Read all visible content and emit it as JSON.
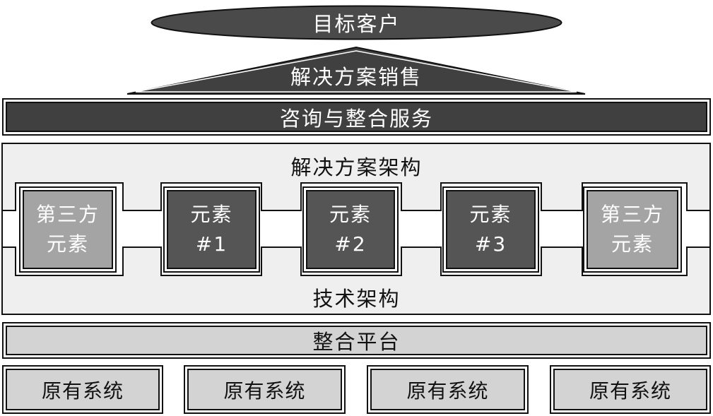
{
  "target_customer": "目标客户",
  "solution_sales": "解决方案销售",
  "consulting_integration": "咨询与整合服务",
  "solution_architecture": "解决方案架构",
  "technical_architecture": "技术架构",
  "elements": [
    {
      "line1": "第三方",
      "line2": "元素",
      "style": "third-party"
    },
    {
      "line1": "元素",
      "line2": "#1",
      "style": "core"
    },
    {
      "line1": "元素",
      "line2": "#2",
      "style": "core"
    },
    {
      "line1": "元素",
      "line2": "#3",
      "style": "core"
    },
    {
      "line1": "第三方",
      "line2": "元素",
      "style": "third-party"
    }
  ],
  "integration_platform": "整合平台",
  "legacy_systems": [
    "原有系统",
    "原有系统",
    "原有系统",
    "原有系统"
  ],
  "colors": {
    "dark_fill": "#404040",
    "core_element_fill": "#555555",
    "third_party_fill": "#a4a4a4",
    "light_fill": "#d3d3d3",
    "architecture_fill": "#efefef"
  }
}
